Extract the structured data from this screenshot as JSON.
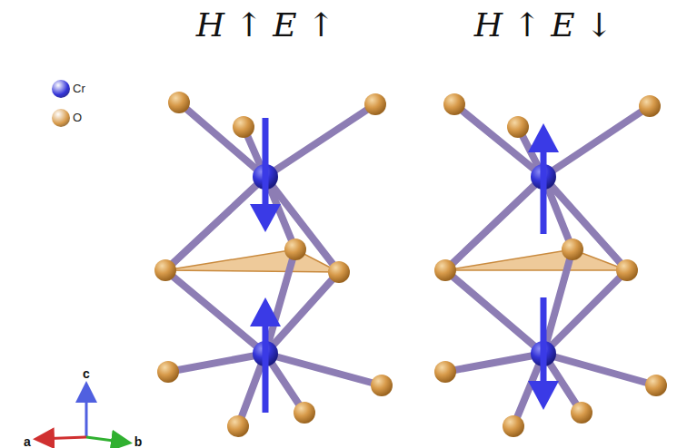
{
  "diagram": {
    "labels": [
      "H ↑ E ↑",
      "H ↑ E ↓",
      "a",
      "b",
      "c"
    ],
    "legend": [
      {
        "text": "Cr",
        "color": "#3434d8"
      },
      {
        "text": "O",
        "color": "#d79a4a"
      }
    ]
  }
}
